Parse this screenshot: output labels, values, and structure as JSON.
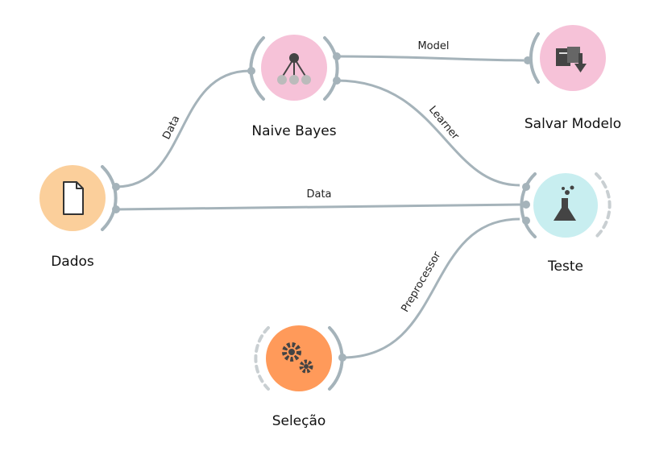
{
  "nodes": {
    "dados": {
      "title": "Dados",
      "icon": "file-icon",
      "color": "#fbcf9b"
    },
    "naive_bayes": {
      "title": "Naive Bayes",
      "icon": "hierarchy-icon",
      "color": "#f6c2d8"
    },
    "salvar_modelo": {
      "title": "Salvar Modelo",
      "icon": "boxes-download-icon",
      "color": "#f6c2d8"
    },
    "teste": {
      "title": "Teste",
      "icon": "flask-icon",
      "color": "#c8eef0"
    },
    "selecao": {
      "title": "Seleção",
      "icon": "gears-icon",
      "color": "#ff9a5a"
    }
  },
  "links": {
    "dados_naive": "Data",
    "dados_teste": "Data",
    "naive_salvar": "Model",
    "naive_teste": "Learner",
    "selecao_teste": "Preprocessor"
  }
}
